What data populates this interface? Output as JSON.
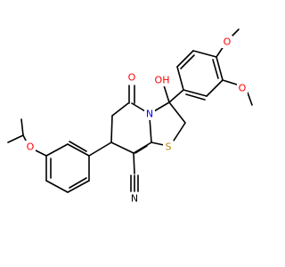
{
  "molecule": {
    "atom_labels": {
      "carbonyl_oxygen": "O",
      "ring_nitrogen": "N",
      "hydroxyl": "OH",
      "ring_sulfur": "S",
      "nitrile_nitrogen": "N",
      "ether_oxygen_isopropoxy": "O",
      "methoxy_oxygen_upper": "O",
      "methoxy_oxygen_lower": "O"
    },
    "colors": {
      "bond": "#000000",
      "oxygen": "#ff0000",
      "nitrogen": "#0000ff",
      "sulfur": "#b8860b",
      "nitrile_nitrogen": "#000000",
      "background": "#ffffff"
    }
  }
}
